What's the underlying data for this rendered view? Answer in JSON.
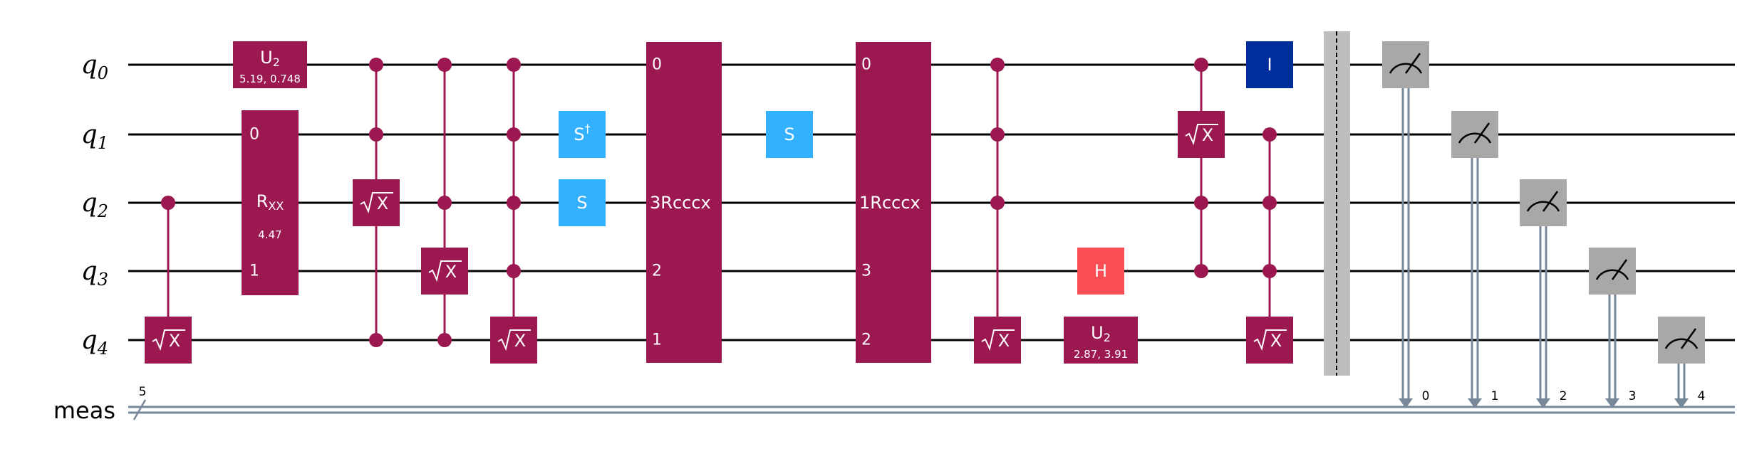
{
  "colors": {
    "multi": "#9c1851",
    "clifford": "#33b1ff",
    "hadamard": "#fa4d56",
    "identity": "#002d9c",
    "measure": "#a8a8a8",
    "classical": "#778899",
    "barrier": "#bdbdbd",
    "wire": "#000000"
  },
  "wires": {
    "qubits": [
      {
        "name": "q",
        "index": "0"
      },
      {
        "name": "q",
        "index": "1"
      },
      {
        "name": "q",
        "index": "2"
      },
      {
        "name": "q",
        "index": "3"
      },
      {
        "name": "q",
        "index": "4"
      }
    ],
    "classical": {
      "label": "meas",
      "width_label": "5"
    }
  },
  "gates": [
    {
      "id": "sx-q4-control-q2",
      "kind": "ctrl_sx",
      "controls": [
        2
      ],
      "target": 4,
      "col": 0,
      "label": "√X"
    },
    {
      "id": "u2-q0",
      "kind": "param",
      "qubit": 0,
      "col": 1,
      "label": "U",
      "sub": "2",
      "params": "5.19, 0.748"
    },
    {
      "id": "rxx-q1-q3",
      "kind": "rxx",
      "qubits": [
        1,
        3
      ],
      "col": 1,
      "label": "R",
      "sub": "XX",
      "params": "4.47",
      "idx_top": "0",
      "idx_bottom": "1"
    },
    {
      "id": "csx-q2",
      "kind": "ctrl_sx",
      "controls": [
        0,
        1,
        4
      ],
      "target": 2,
      "col": 2,
      "label": "√X"
    },
    {
      "id": "csx-q3",
      "kind": "ctrl_sx",
      "controls": [
        0,
        2,
        4
      ],
      "target": 3,
      "col": 3,
      "label": "√X"
    },
    {
      "id": "csx-q4",
      "kind": "ctrl_sx",
      "controls": [
        0,
        1,
        2,
        3
      ],
      "target": 4,
      "col": 4,
      "label": "√X"
    },
    {
      "id": "sdg-q1",
      "kind": "single",
      "qubit": 1,
      "col": 5,
      "label": "S",
      "sup": "†",
      "color": "clifford"
    },
    {
      "id": "s-q2",
      "kind": "single",
      "qubit": 2,
      "col": 5,
      "label": "S",
      "color": "clifford"
    },
    {
      "id": "rcccx-1",
      "kind": "big",
      "col": 6,
      "label": "Rcccx",
      "indices": [
        {
          "q": 0,
          "t": "0"
        },
        {
          "q": 2,
          "t": "3"
        },
        {
          "q": 3,
          "t": "2"
        },
        {
          "q": 4,
          "t": "1"
        }
      ]
    },
    {
      "id": "s-q1",
      "kind": "single",
      "qubit": 1,
      "col": 7,
      "label": "S",
      "color": "clifford"
    },
    {
      "id": "rcccx-2",
      "kind": "big",
      "col": 8,
      "label": "Rcccx",
      "indices": [
        {
          "q": 0,
          "t": "0"
        },
        {
          "q": 2,
          "t": "1"
        },
        {
          "q": 3,
          "t": "3"
        },
        {
          "q": 4,
          "t": "2"
        }
      ]
    },
    {
      "id": "csx-q4-b",
      "kind": "ctrl_sx",
      "controls": [
        0,
        1,
        2
      ],
      "target": 4,
      "col": 9,
      "label": "√X"
    },
    {
      "id": "h-q3",
      "kind": "single",
      "qubit": 3,
      "col": 10,
      "label": "H",
      "color": "hadamard"
    },
    {
      "id": "u2-q4",
      "kind": "param",
      "qubit": 4,
      "col": 10,
      "label": "U",
      "sub": "2",
      "params": "2.87, 3.91"
    },
    {
      "id": "csx-q1",
      "kind": "ctrl_sx",
      "controls": [
        0,
        2,
        3
      ],
      "target": 1,
      "col": 11,
      "label": "√X"
    },
    {
      "id": "i-q0",
      "kind": "single",
      "qubit": 0,
      "col": 12,
      "label": "I",
      "color": "identity"
    },
    {
      "id": "csx-q4-c",
      "kind": "ctrl_sx",
      "controls": [
        1,
        2,
        3
      ],
      "target": 4,
      "col": 12,
      "label": "√X"
    }
  ],
  "measurements": [
    {
      "qubit": 0,
      "bit": "0"
    },
    {
      "qubit": 1,
      "bit": "1"
    },
    {
      "qubit": 2,
      "bit": "2"
    },
    {
      "qubit": 3,
      "bit": "3"
    },
    {
      "qubit": 4,
      "bit": "4"
    }
  ]
}
